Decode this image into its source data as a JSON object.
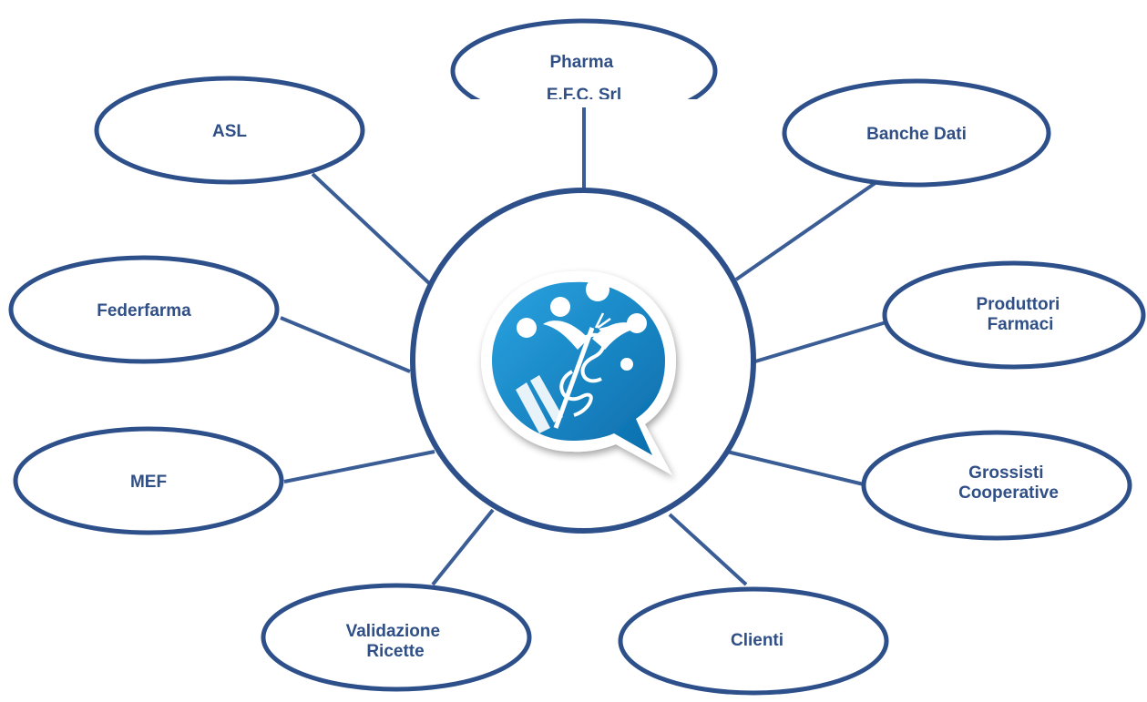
{
  "diagram": {
    "hub": {
      "logo": "caduceus-speech-bubble-logo",
      "colors": {
        "bubble": "#1b8fcf",
        "bubble_dark": "#0d6fad",
        "bubble_border": "#ffffff",
        "symbol": "#ffffff"
      }
    },
    "nodes": {
      "pharma": {
        "line1": "Pharma",
        "line2": "E.F.C. Srl"
      },
      "asl": {
        "line1": "ASL"
      },
      "banche": {
        "line1": "Banche Dati"
      },
      "federfarma": {
        "line1": "Federfarma"
      },
      "produttori": {
        "line1": "Produttori",
        "line2": "Farmaci"
      },
      "mef": {
        "line1": "MEF"
      },
      "grossisti": {
        "line1": "Grossisti",
        "line2": "Cooperative"
      },
      "validazione": {
        "line1": "Validazione",
        "line2": "Ricette"
      },
      "clienti": {
        "line1": "Clienti"
      }
    },
    "colors": {
      "line": "#3a5d96",
      "outline": "#2d4f8a",
      "text": "#2f4f86"
    }
  }
}
